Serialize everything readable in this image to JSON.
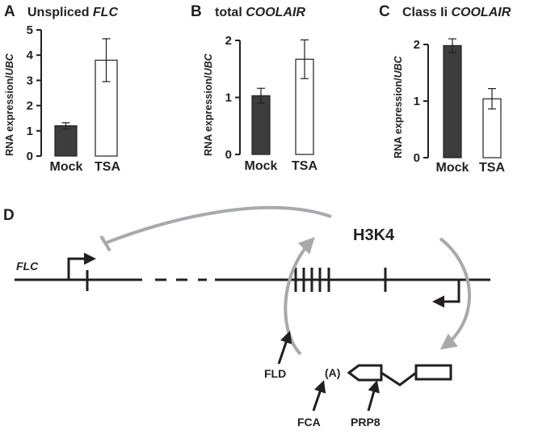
{
  "chart_data": [
    {
      "type": "bar",
      "panel": "A",
      "title_plain": "Unspliced ",
      "title_italic": "FLC",
      "ylabel_plain": "RNA expression/",
      "ylabel_italic": "UBC",
      "categories": [
        "Mock",
        "TSA"
      ],
      "values": [
        1.2,
        3.8
      ],
      "errors": [
        0.12,
        0.85
      ],
      "ylim": [
        0,
        5
      ],
      "yticks": [
        0,
        1,
        2,
        3,
        4,
        5
      ],
      "bar_colors": [
        "#3d3d3d",
        "#ffffff"
      ],
      "grid": false
    },
    {
      "type": "bar",
      "panel": "B",
      "title_plain": "total ",
      "title_italic": "COOLAIR",
      "ylabel_plain": "RNA expression/",
      "ylabel_italic": "UBC",
      "categories": [
        "Mock",
        "TSA"
      ],
      "values": [
        1.03,
        1.67
      ],
      "errors": [
        0.13,
        0.34
      ],
      "ylim": [
        0,
        2
      ],
      "yticks": [
        0,
        1,
        2
      ],
      "bar_colors": [
        "#3d3d3d",
        "#ffffff"
      ],
      "grid": false
    },
    {
      "type": "bar",
      "panel": "C",
      "title_plain": "Class Ii ",
      "title_italic": "COOLAIR",
      "ylabel_plain": "RNA expression/",
      "ylabel_italic": "UBC",
      "categories": [
        "Mock",
        "TSA"
      ],
      "values": [
        1.98,
        1.04
      ],
      "errors": [
        0.12,
        0.18
      ],
      "ylim": [
        0,
        2
      ],
      "yticks": [
        0,
        1,
        2
      ],
      "bar_colors": [
        "#3d3d3d",
        "#ffffff"
      ],
      "grid": false
    }
  ],
  "diagram": {
    "panel": "D",
    "gene_label": "FLC",
    "mark_label": "H3K4",
    "labels": {
      "fld": "FLD",
      "polya": "(A)",
      "fca": "FCA",
      "prp8": "PRP8"
    }
  },
  "colors": {
    "ink": "#231f20",
    "arrow_gray": "#a7a9ac",
    "mock_bar": "#3d3d3d",
    "tsa_bar": "#ffffff"
  }
}
